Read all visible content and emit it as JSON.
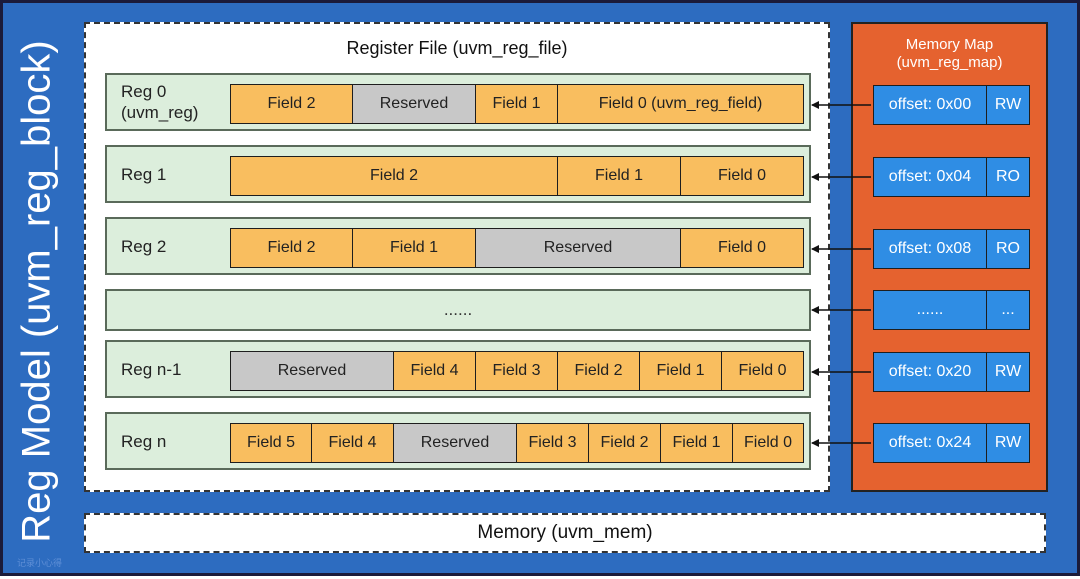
{
  "block_title": "Reg Model (uvm_reg_block)",
  "watermark": "记录小心得",
  "register_file": {
    "title": "Register File (uvm_reg_file)",
    "rows": [
      {
        "label_lines": [
          "Reg 0",
          "(uvm_reg)"
        ],
        "fields": [
          {
            "label": "Field 2",
            "kind": "field"
          },
          {
            "label": "Reserved",
            "kind": "reserved"
          },
          {
            "label": "Field 1",
            "kind": "field"
          },
          {
            "label": "Field 0 (uvm_reg_field)",
            "kind": "field"
          }
        ]
      },
      {
        "label_lines": [
          "Reg 1"
        ],
        "fields": [
          {
            "label": "Field 2",
            "kind": "field"
          },
          {
            "label": "Field 1",
            "kind": "field"
          },
          {
            "label": "Field 0",
            "kind": "field"
          }
        ]
      },
      {
        "label_lines": [
          "Reg 2"
        ],
        "fields": [
          {
            "label": "Field 2",
            "kind": "field"
          },
          {
            "label": "Field 1",
            "kind": "field"
          },
          {
            "label": "Reserved",
            "kind": "reserved"
          },
          {
            "label": "Field 0",
            "kind": "field"
          }
        ]
      },
      {
        "label_lines": [],
        "ellipsis": "......",
        "fields": []
      },
      {
        "label_lines": [
          "Reg n-1"
        ],
        "fields": [
          {
            "label": "Reserved",
            "kind": "reserved"
          },
          {
            "label": "Field 4",
            "kind": "field"
          },
          {
            "label": "Field 3",
            "kind": "field"
          },
          {
            "label": "Field 2",
            "kind": "field"
          },
          {
            "label": "Field 1",
            "kind": "field"
          },
          {
            "label": "Field 0",
            "kind": "field"
          }
        ]
      },
      {
        "label_lines": [
          "Reg n"
        ],
        "fields": [
          {
            "label": "Field 5",
            "kind": "field"
          },
          {
            "label": "Field 4",
            "kind": "field"
          },
          {
            "label": "Reserved",
            "kind": "reserved"
          },
          {
            "label": "Field 3",
            "kind": "field"
          },
          {
            "label": "Field 2",
            "kind": "field"
          },
          {
            "label": "Field 1",
            "kind": "field"
          },
          {
            "label": "Field 0",
            "kind": "field"
          }
        ]
      }
    ]
  },
  "memory_map": {
    "title_lines": [
      "Memory Map",
      "(uvm_reg_map)"
    ],
    "entries": [
      {
        "offset": "offset: 0x00",
        "access": "RW"
      },
      {
        "offset": "offset: 0x04",
        "access": "RO"
      },
      {
        "offset": "offset: 0x08",
        "access": "RO"
      },
      {
        "offset": "......",
        "access": "..."
      },
      {
        "offset": "offset: 0x20",
        "access": "RW"
      },
      {
        "offset": "offset: 0x24",
        "access": "RW"
      }
    ]
  },
  "memory": {
    "label": "Memory (uvm_mem)"
  },
  "colors": {
    "block_background": "#2d6cc0",
    "register_row": "#dceedc",
    "field": "#f9be5f",
    "reserved": "#c8c8c8",
    "memory_map": "#e5622f",
    "map_entry": "#2f8de4"
  }
}
